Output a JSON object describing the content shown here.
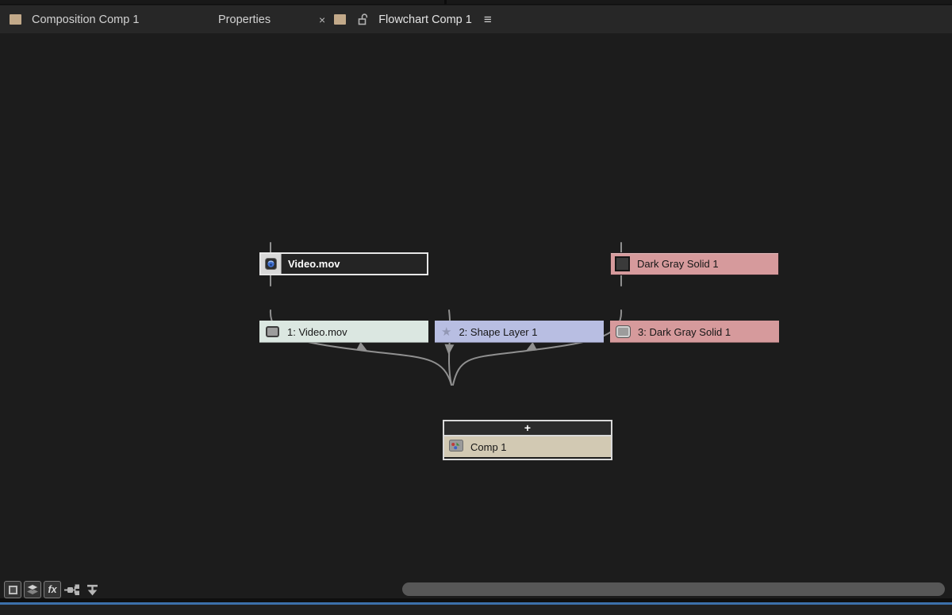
{
  "tab_bar": {
    "tabs": [
      {
        "label": "Composition Comp 1"
      },
      {
        "label": "Properties"
      },
      {
        "label": "Flowchart Comp 1"
      }
    ],
    "close_icon": "×",
    "menu_icon": "≡"
  },
  "flowchart": {
    "nodes": [
      {
        "label": "Video.mov",
        "type": "footage-video"
      },
      {
        "label": "Dark Gray Solid 1",
        "type": "footage-solid"
      },
      {
        "label": "1: Video.mov",
        "type": "layer-av"
      },
      {
        "label": "2: Shape Layer 1",
        "type": "layer-shape"
      },
      {
        "label": "3: Dark Gray Solid 1",
        "type": "layer-solid"
      },
      {
        "label": "Comp 1",
        "type": "composition",
        "expand_label": "+"
      }
    ],
    "icons": {
      "star": "★"
    }
  },
  "toolbar": {
    "fx_label": "fx"
  },
  "colors": {
    "accent_blue": "#3c70aa",
    "solid_pink": "#d69a9c",
    "shape_lavender": "#b8bee2",
    "layer_mint": "#dbe7e1",
    "comp_tan": "#d2c9b3",
    "footage_dark": "#242424",
    "tab_icon_tan": "#c2a989",
    "connector_gray": "#909090"
  }
}
